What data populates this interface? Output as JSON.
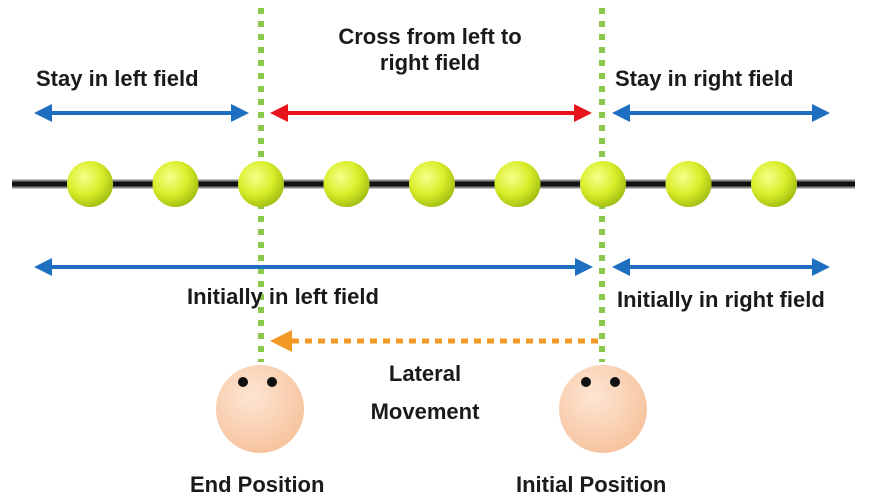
{
  "labels": {
    "stay_left": "Stay in left field",
    "cross": "Cross from left to right field",
    "stay_right": "Stay in right field",
    "init_left": "Initially in left field",
    "init_right": "Initially in right field",
    "lateral": "Lateral Movement",
    "end_pos": "End Position",
    "init_pos": "Initial Position"
  },
  "colors": {
    "blue_arrow": "#1f6fc1",
    "red_arrow": "#e8141c",
    "orange_arrow": "#f39a26",
    "dotted_line": "#8cc84b",
    "ball_fill": "#d9ee2a",
    "face_fill": "#fbd3b4",
    "rope": "#111111"
  },
  "ball_count": 9
}
